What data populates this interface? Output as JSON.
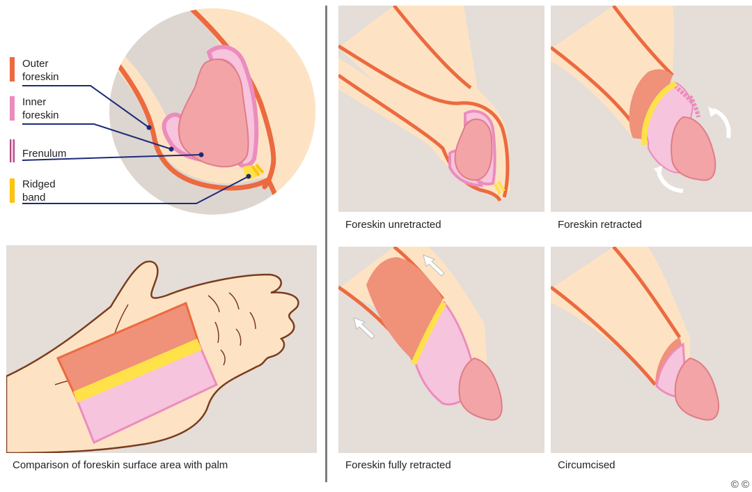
{
  "legend": {
    "items": [
      {
        "line1": "Outer",
        "line2": "foreskin",
        "color": "#ec6a3f"
      },
      {
        "line1": "Inner",
        "line2": "foreskin",
        "color": "#ec8cbd"
      },
      {
        "line1": "Frenulum",
        "line2": "",
        "color": "#b04a86"
      },
      {
        "line1": "Ridged",
        "line2": "band",
        "color": "#ffc20e"
      }
    ],
    "leader_color": "#1d2a7a"
  },
  "captions": {
    "palm": "Comparison of foreskin surface area with palm",
    "unretracted": "Foreskin unretracted",
    "retracted": "Foreskin retracted",
    "fully_retracted": "Foreskin fully retracted",
    "circumcised": "Circumcised"
  },
  "license_icon": "cc-icon",
  "license_text": "© ©",
  "colors": {
    "panel_bg": "#e4ddd8",
    "skin": "#fde3c4",
    "outer_foreskin": "#ec6a3f",
    "inner_foreskin": "#ec8cbd",
    "inner_fill": "#f6c4dc",
    "glans": "#f3a4a6",
    "ridged_band": "#ffe14a",
    "circle_bg": "#ddd6d0",
    "hand_outline": "#7a3c1e"
  }
}
